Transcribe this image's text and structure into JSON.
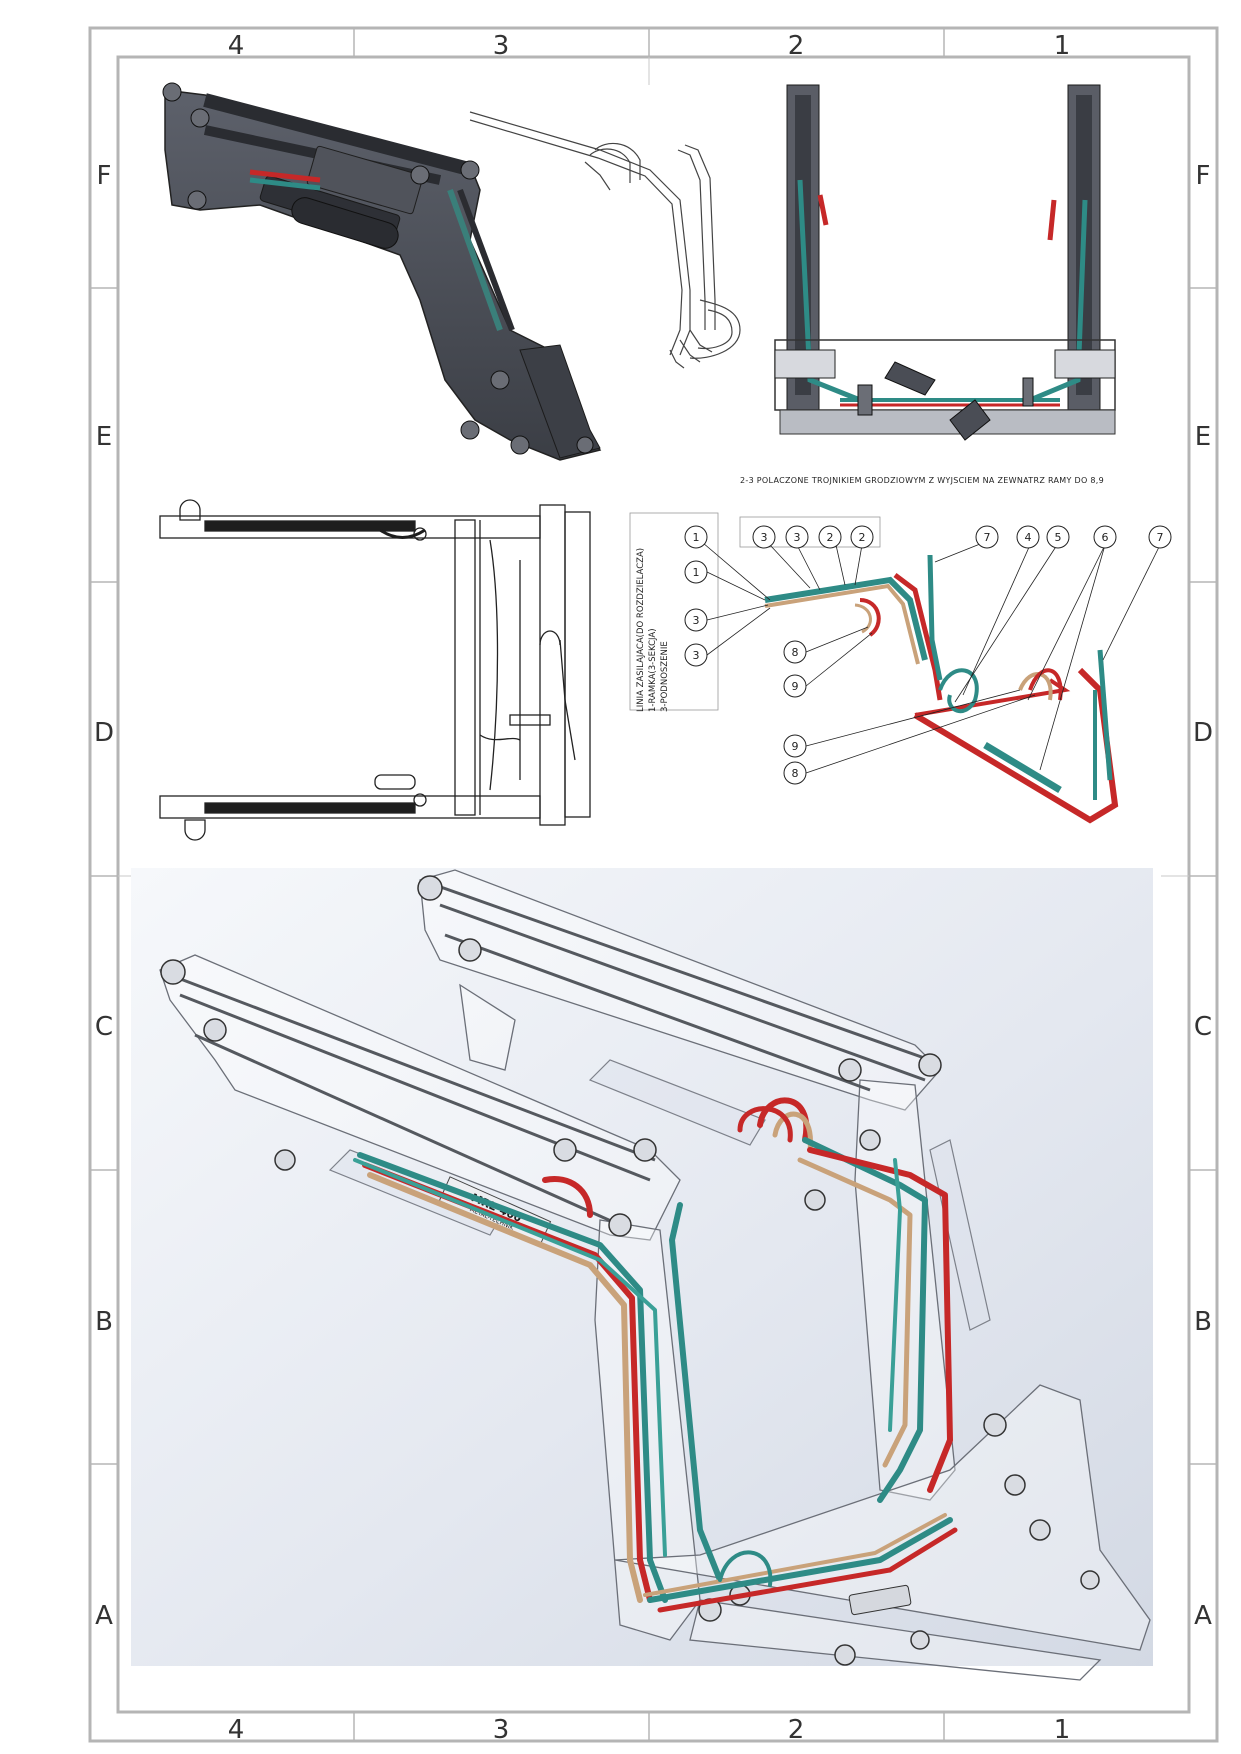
{
  "sheet": {
    "columns": [
      "4",
      "3",
      "2",
      "1"
    ],
    "rows": [
      "F",
      "E",
      "D",
      "C",
      "B",
      "A"
    ]
  },
  "views": {
    "note": "2-3 POLACZONE TROJNIKIEM GRODZIOWYM Z WYJSCIEM NA ZEWNATRZ RAMY DO 8,9",
    "legend": {
      "line1": "LINIA ZASILAJACA(DO ROZDZIELACZA)",
      "line2": "1-RAMKA(3-SEKCJA)",
      "line3": "3-PODNOSZENIE"
    },
    "balloons": [
      "1",
      "1",
      "3",
      "3",
      "3",
      "3",
      "2",
      "2",
      "8",
      "9",
      "7",
      "4",
      "5",
      "6",
      "7",
      "9",
      "8"
    ],
    "iso_label_1": "MRL-400",
    "iso_label_2": "METAL-TECHNIK"
  },
  "colors": {
    "frame": "#b8b8b8",
    "part_dark": "#4a4d55",
    "hose_red": "#c62828",
    "hose_teal": "#2e8b86",
    "hose_tan": "#c9a27a",
    "render_bg": "#e6eaf2"
  }
}
